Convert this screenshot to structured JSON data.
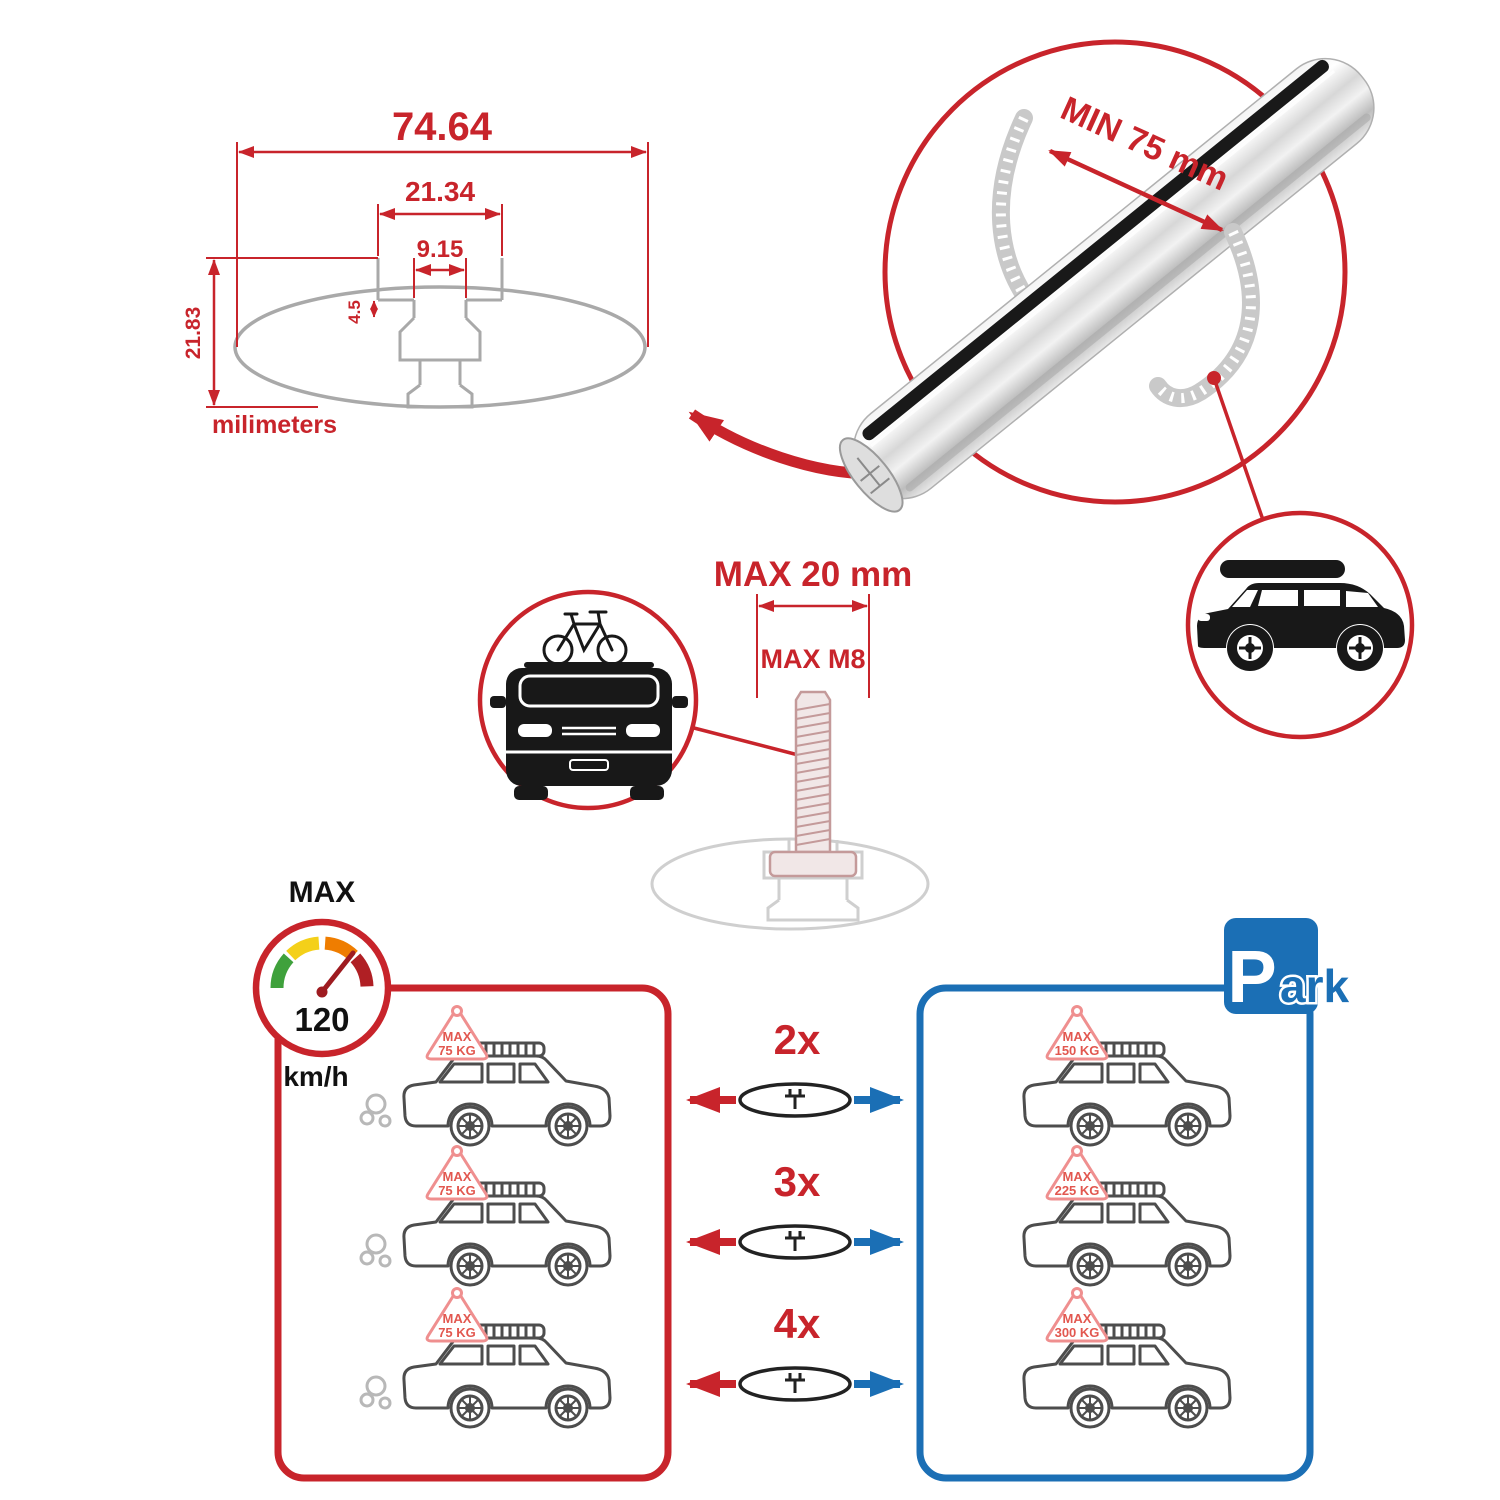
{
  "colors": {
    "red": "#c8242b",
    "blue": "#1b6fb5",
    "dark": "#1a1a1a",
    "gray": "#a9a9a9",
    "light_gray": "#cfcfcf",
    "gauge_green": "#3fa13c",
    "gauge_yellow": "#f4d019",
    "gauge_orange": "#ef7d00",
    "gauge_red": "#b01f24"
  },
  "dimensions": {
    "total_width": "74.64",
    "channel_outer_width": "21.34",
    "channel_inner_width": "9.15",
    "lip_depth": "4.5",
    "total_height": "21.83",
    "units": "milimeters"
  },
  "bar_callout": {
    "min_span": "MIN 75 mm"
  },
  "bolt": {
    "max_width": "MAX 20 mm",
    "max_thread": "MAX M8"
  },
  "speed": {
    "label": "MAX",
    "value": "120",
    "units": "km/h"
  },
  "park": {
    "letter": "P",
    "rest": "ark"
  },
  "driving_cars": [
    {
      "sign_top": "MAX",
      "sign_bottom": "75 KG"
    },
    {
      "sign_top": "MAX",
      "sign_bottom": "75 KG"
    },
    {
      "sign_top": "MAX",
      "sign_bottom": "75 KG"
    }
  ],
  "parked_cars": [
    {
      "sign_top": "MAX",
      "sign_bottom": "150 KG"
    },
    {
      "sign_top": "MAX",
      "sign_bottom": "225 KG"
    },
    {
      "sign_top": "MAX",
      "sign_bottom": "300 KG"
    }
  ],
  "multipliers": [
    "2x",
    "3x",
    "4x"
  ]
}
